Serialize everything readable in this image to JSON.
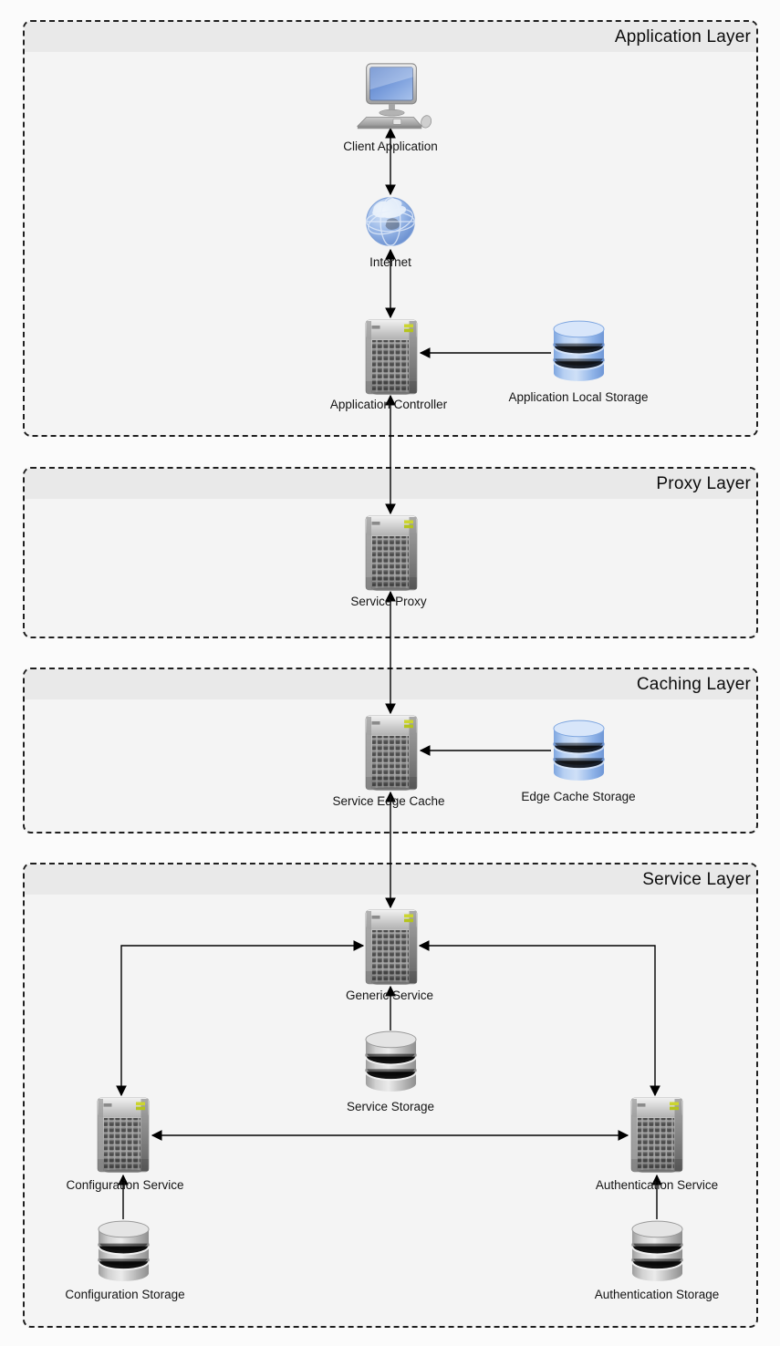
{
  "layers": [
    {
      "label": "Application Layer"
    },
    {
      "label": "Proxy Layer"
    },
    {
      "label": "Caching Layer"
    },
    {
      "label": "Service Layer"
    }
  ],
  "nodes": {
    "client_application": {
      "label": "Client Application",
      "icon": "desktop-computer-icon"
    },
    "internet": {
      "label": "Internet",
      "icon": "globe-icon"
    },
    "application_controller": {
      "label": "Application Controller",
      "icon": "server-icon"
    },
    "application_local_storage": {
      "label": "Application Local Storage",
      "icon": "database-blue-icon"
    },
    "service_proxy": {
      "label": "Service Proxy",
      "icon": "server-icon"
    },
    "service_edge_cache": {
      "label": "Service Edge Cache",
      "icon": "server-icon"
    },
    "edge_cache_storage": {
      "label": "Edge Cache Storage",
      "icon": "database-blue-icon"
    },
    "generic_service": {
      "label": "Generic Service",
      "icon": "server-icon"
    },
    "service_storage": {
      "label": "Service Storage",
      "icon": "database-gray-icon"
    },
    "configuration_service": {
      "label": "Configuration Service",
      "icon": "server-icon"
    },
    "authentication_service": {
      "label": "Authentication Service",
      "icon": "server-icon"
    },
    "configuration_storage": {
      "label": "Configuration Storage",
      "icon": "database-gray-icon"
    },
    "authentication_storage": {
      "label": "Authentication Storage",
      "icon": "database-gray-icon"
    }
  },
  "edges": [
    {
      "from": "client_application",
      "to": "internet",
      "direction": "bidirectional"
    },
    {
      "from": "internet",
      "to": "application_controller",
      "direction": "bidirectional"
    },
    {
      "from": "application_local_storage",
      "to": "application_controller",
      "direction": "to"
    },
    {
      "from": "application_controller",
      "to": "service_proxy",
      "direction": "bidirectional"
    },
    {
      "from": "service_proxy",
      "to": "service_edge_cache",
      "direction": "bidirectional"
    },
    {
      "from": "edge_cache_storage",
      "to": "service_edge_cache",
      "direction": "to"
    },
    {
      "from": "service_edge_cache",
      "to": "generic_service",
      "direction": "bidirectional"
    },
    {
      "from": "generic_service",
      "to": "configuration_service",
      "direction": "bidirectional"
    },
    {
      "from": "generic_service",
      "to": "authentication_service",
      "direction": "bidirectional"
    },
    {
      "from": "service_storage",
      "to": "generic_service",
      "direction": "to"
    },
    {
      "from": "configuration_service",
      "to": "authentication_service",
      "direction": "bidirectional"
    },
    {
      "from": "configuration_storage",
      "to": "configuration_service",
      "direction": "to"
    },
    {
      "from": "authentication_storage",
      "to": "authentication_service",
      "direction": "to"
    }
  ],
  "colors": {
    "layer_header": "#e9e9e9",
    "layer_body": "#f4f4f4",
    "dashed_border": "#1f1f1f",
    "connector": "#000000",
    "database_blue": "#8fb3e8",
    "database_gray": "#bdbdbd",
    "screen_blue": "#5b84cf",
    "server_led_green": "#c3d22e"
  }
}
